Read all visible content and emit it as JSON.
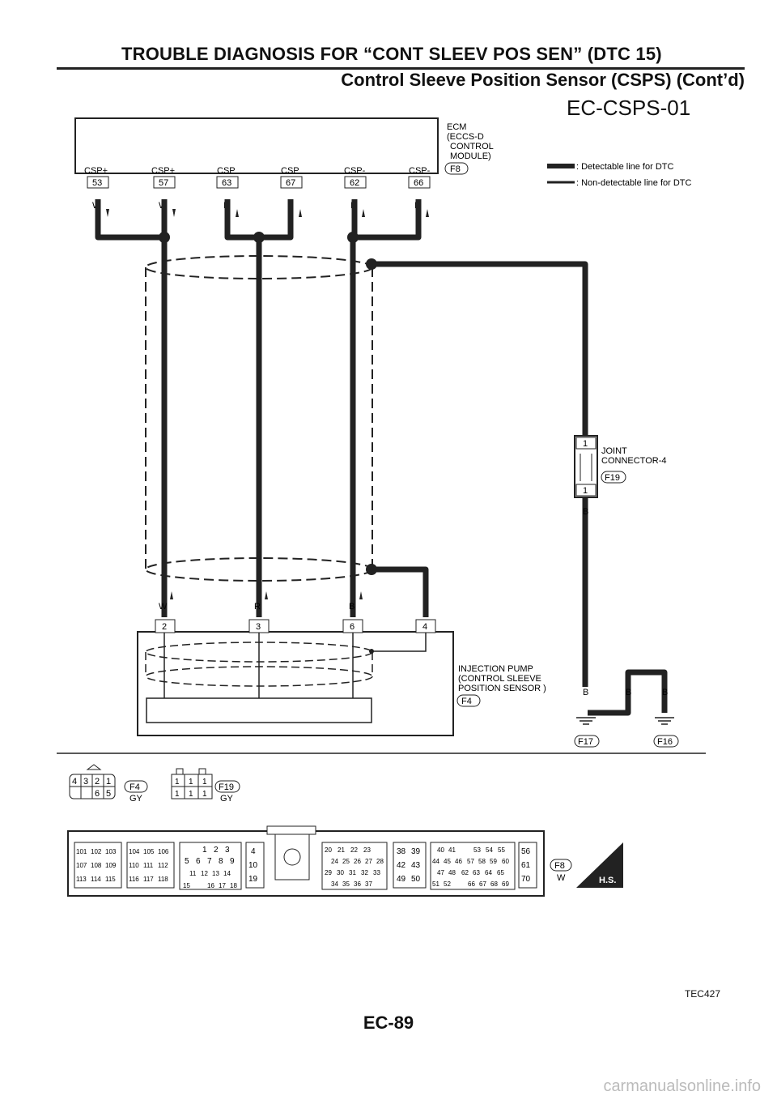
{
  "header": {
    "title": "TROUBLE DIAGNOSIS FOR “CONT SLEEV POS SEN” (DTC 15)",
    "subtitle": "Control Sleeve Position Sensor (CSPS) (Cont’d)"
  },
  "diagram_code": "EC-CSPS-01",
  "ecm": {
    "label_lines": [
      "ECM",
      "(ECCS-D",
      "CONTROL",
      "MODULE)"
    ],
    "connector": "F8",
    "pins": [
      {
        "name": "CSP+",
        "num": "53",
        "wire": "W"
      },
      {
        "name": "CSP+",
        "num": "57",
        "wire": "W"
      },
      {
        "name": "CSP",
        "num": "63",
        "wire": "R"
      },
      {
        "name": "CSP",
        "num": "67",
        "wire": "R"
      },
      {
        "name": "CSP-",
        "num": "62",
        "wire": "B"
      },
      {
        "name": "CSP-",
        "num": "66",
        "wire": "B"
      }
    ]
  },
  "legend": {
    "detectable": ": Detectable line for DTC",
    "non_detectable": ": Non-detectable line for DTC"
  },
  "joint": {
    "label_lines": [
      "JOINT",
      "CONNECTOR-4"
    ],
    "connector": "F19",
    "pin_top": "1",
    "pin_bottom": "1",
    "wire": "B"
  },
  "pump": {
    "label_lines": [
      "INJECTION PUMP",
      "(CONTROL SLEEVE",
      " POSITION SENSOR )"
    ],
    "connector": "F4",
    "pins": [
      {
        "num": "2",
        "wire": "W"
      },
      {
        "num": "3",
        "wire": "R"
      },
      {
        "num": "6",
        "wire": "B"
      },
      {
        "num": "4",
        "wire": ""
      }
    ]
  },
  "grounds": [
    {
      "wire": "B",
      "connector": "F17"
    },
    {
      "wire": "B",
      "connector": ""
    },
    {
      "wire": "B",
      "connector": "F16"
    }
  ],
  "connector_views": {
    "f4": {
      "pins_top": [
        "4",
        "3",
        "2",
        "1"
      ],
      "pins_bottom": [
        "6",
        "5"
      ],
      "id": "F4",
      "color": "GY"
    },
    "f19": {
      "pins_top": [
        "1",
        "1",
        "1"
      ],
      "pins_bottom": [
        "1",
        "1",
        "1"
      ],
      "id": "F19",
      "color": "GY"
    },
    "f8": {
      "id": "F8",
      "color": "W",
      "block1": [
        [
          "101",
          "102",
          "103"
        ],
        [
          "107",
          "108",
          "109"
        ],
        [
          "113",
          "114",
          "115"
        ]
      ],
      "block2": [
        [
          "104",
          "105",
          "106"
        ],
        [
          "110",
          "111",
          "112"
        ],
        [
          "116",
          "117",
          "118"
        ]
      ],
      "block3": [
        [
          "1",
          "2",
          "3"
        ],
        [
          "5",
          "6",
          "7",
          "8",
          "9"
        ],
        [
          "11",
          "12",
          "13",
          "14"
        ],
        [
          "15",
          "16",
          "17",
          "18"
        ]
      ],
      "block4": [
        [
          "4"
        ],
        [
          "10"
        ],
        [
          "19"
        ]
      ],
      "block5": [
        [
          "20",
          "21",
          "22",
          "23"
        ],
        [
          "24",
          "25",
          "26",
          "27",
          "28"
        ],
        [
          "29",
          "30",
          "31",
          "32",
          "33"
        ],
        [
          "34",
          "35",
          "36",
          "37"
        ]
      ],
      "block6": [
        [
          "38",
          "39"
        ],
        [
          "42",
          "43"
        ],
        [
          "49",
          "50"
        ]
      ],
      "block7": [
        [
          "40",
          "41",
          "53",
          "54",
          "55"
        ],
        [
          "44",
          "45",
          "46",
          "57",
          "58",
          "59",
          "60"
        ],
        [
          "47",
          "48",
          "62",
          "63",
          "64",
          "65"
        ],
        [
          "51",
          "52",
          "66",
          "67",
          "68",
          "69"
        ]
      ],
      "block8": [
        [
          "56"
        ],
        [
          "61"
        ],
        [
          "70"
        ]
      ],
      "hs": "H.S."
    }
  },
  "ref_code": "TEC427",
  "page_number": "EC-89",
  "watermark": "carmanualsonline.info"
}
